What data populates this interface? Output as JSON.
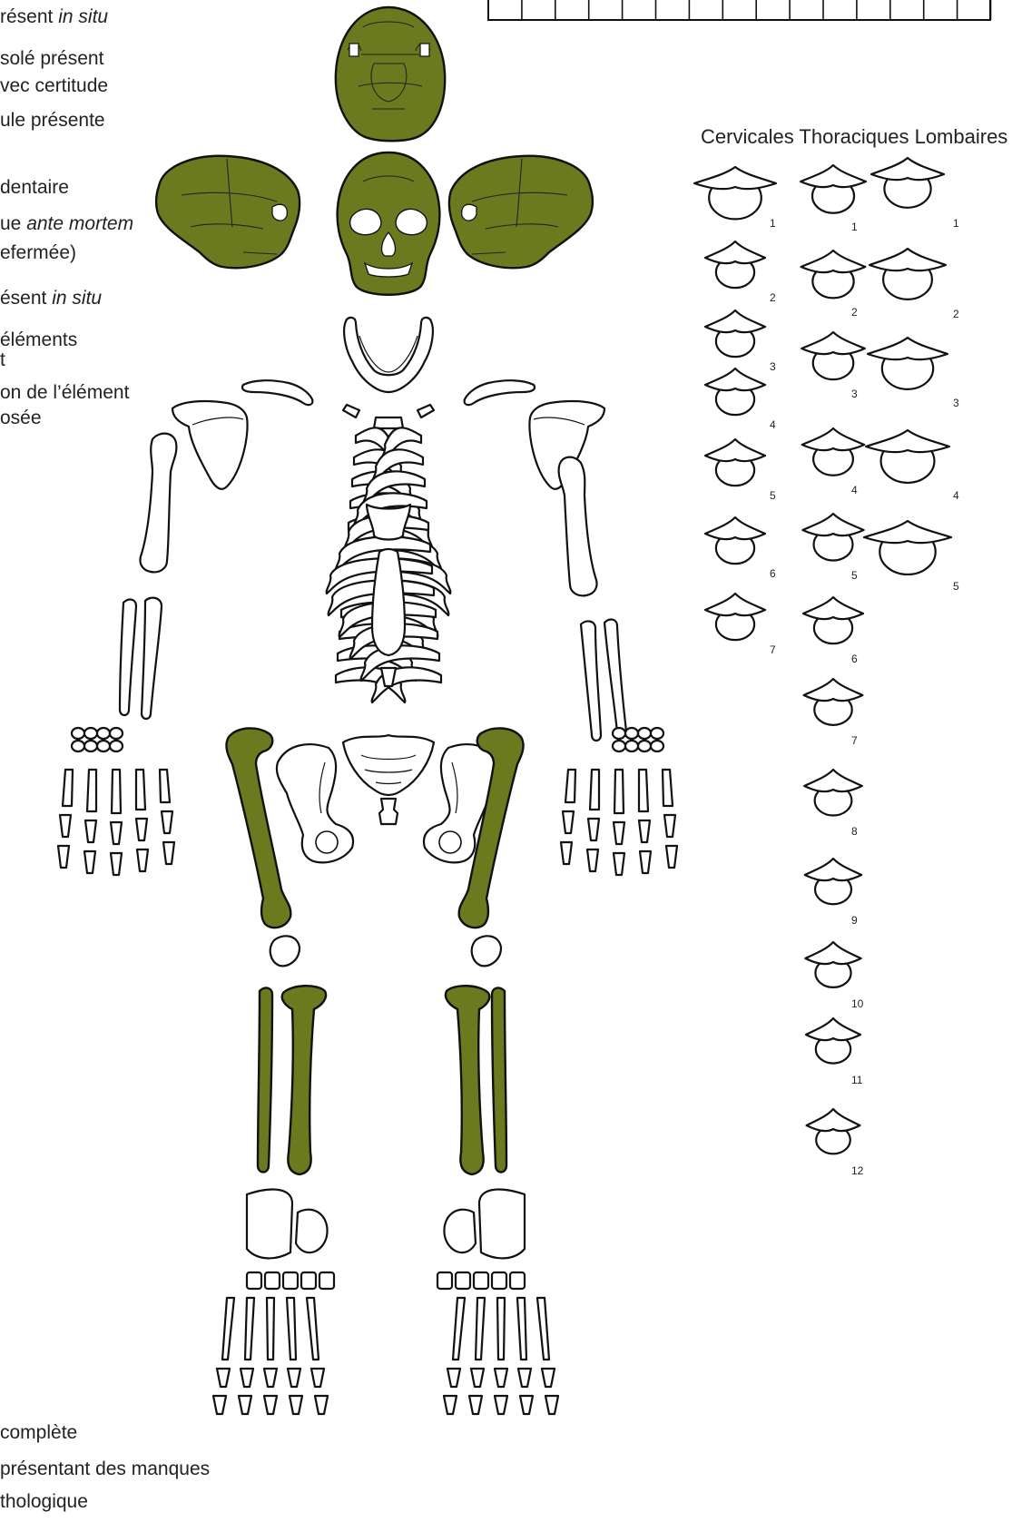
{
  "legend_top": [
    {
      "text": "résent",
      "italic": "in situ"
    },
    {
      "text": "solé présent"
    },
    {
      "text": "vec certitude"
    },
    {
      "text": "ule présente"
    },
    {
      "text": "dentaire"
    },
    {
      "text": "ue",
      "italic": "ante mortem"
    },
    {
      "text": "efermée)"
    },
    {
      "text": "ésent",
      "italic": "in situ"
    },
    {
      "text": "éléments"
    },
    {
      "text": "t"
    },
    {
      "text": "on de l’élément"
    },
    {
      "text": "osée"
    }
  ],
  "legend_bottom": [
    {
      "text": "complète"
    },
    {
      "text": "présentant des manques"
    },
    {
      "text": "thologique"
    }
  ],
  "vertebrae": {
    "header": "Cervicales Thoraciques Lombaires",
    "cervical_numbers": [
      "1",
      "2",
      "3",
      "4",
      "5",
      "6",
      "7"
    ],
    "thoracic_numbers": [
      "1",
      "2",
      "3",
      "4",
      "5",
      "6",
      "7",
      "8",
      "9",
      "10",
      "11",
      "12"
    ],
    "lumbar_numbers": [
      "1",
      "2",
      "3",
      "4",
      "5"
    ]
  },
  "colors": {
    "present_fill": "#6b7a1f",
    "outline": "#111111",
    "absent_fill": "#ffffff"
  },
  "present_elements": [
    "skull-superior",
    "skull-left-lateral",
    "skull-anterior",
    "skull-right-lateral",
    "left-femur",
    "right-femur",
    "left-tibia",
    "left-fibula",
    "right-tibia",
    "right-fibula"
  ]
}
